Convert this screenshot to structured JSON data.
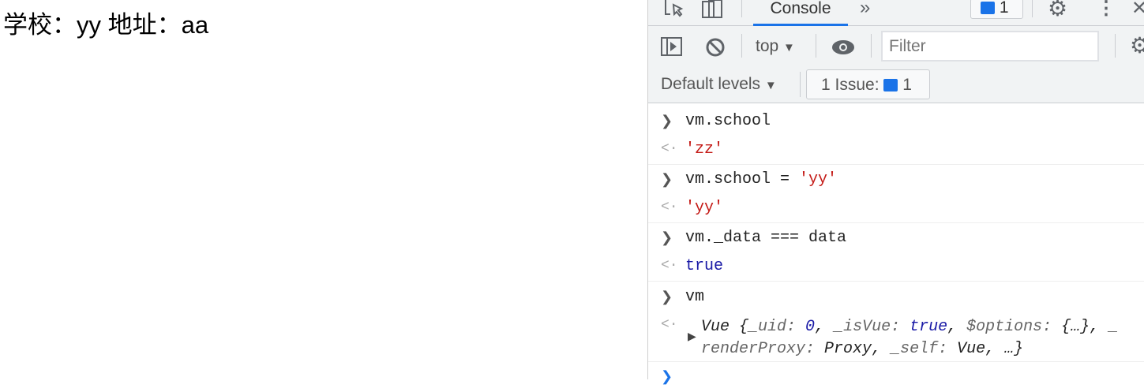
{
  "page": {
    "text": "学校：yy 地址：aa"
  },
  "devtools": {
    "tabs": {
      "console": "Console",
      "more": "»",
      "issues_count": "1"
    },
    "toolbar": {
      "context": "top",
      "filter_placeholder": "Filter",
      "levels": "Default levels",
      "issues_label": "1 Issue:",
      "issues_count": "1"
    },
    "console": [
      {
        "type": "input",
        "parts": [
          "vm.school"
        ]
      },
      {
        "type": "output",
        "value": "'zz'"
      },
      {
        "type": "input",
        "parts": [
          "vm.school = ",
          "'yy'"
        ]
      },
      {
        "type": "output",
        "value": "'yy'"
      },
      {
        "type": "input",
        "parts": [
          "vm._data === data"
        ]
      },
      {
        "type": "output",
        "value": "true"
      },
      {
        "type": "input",
        "parts": [
          "vm"
        ]
      },
      {
        "type": "output",
        "object": {
          "l1a": "Vue {",
          "k1": "_uid",
          "v1": "0",
          "k2": "_isVue",
          "v2": "true",
          "k3": "$options",
          "v3": "{…}",
          "l1z": "_",
          "k4": "renderProxy",
          "v4": "Proxy",
          "k5": "_self",
          "v5": "Vue",
          "end": "…}"
        }
      }
    ],
    "accent": "#1a73e8"
  }
}
